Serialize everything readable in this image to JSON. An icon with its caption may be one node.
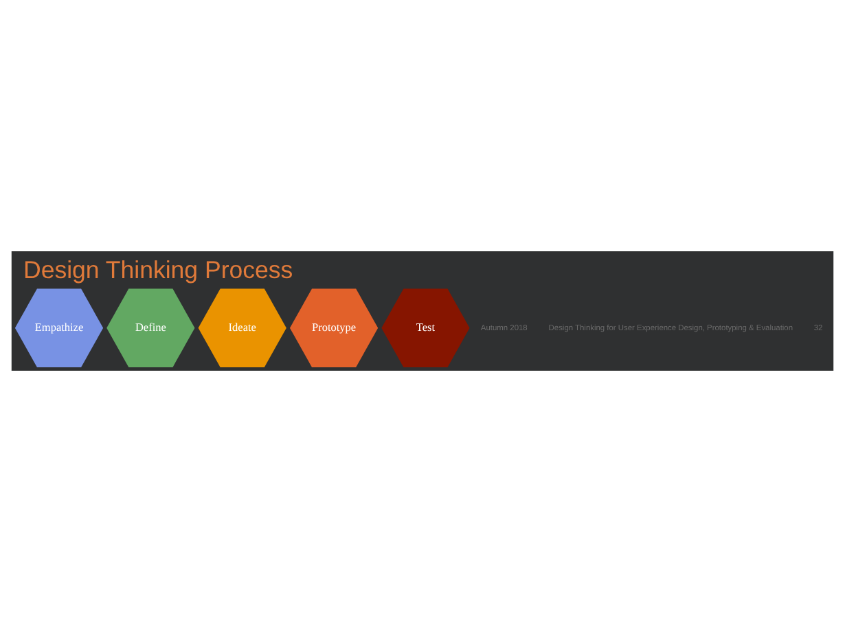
{
  "diagram": {
    "title": "Design Thinking Process",
    "nodes": [
      {
        "text": [
          "Empathize"
        ]
      },
      {
        "text": [
          "Define"
        ]
      },
      {
        "text": [
          "Ideate"
        ]
      },
      {
        "text": [
          "Prototype"
        ]
      },
      {
        "text": [
          "Test"
        ]
      }
    ],
    "edges": [],
    "labels": [
      "Autumn 2018",
      "Design Thinking for User Experience Design, Prototyping & Evaluation",
      "32"
    ]
  }
}
